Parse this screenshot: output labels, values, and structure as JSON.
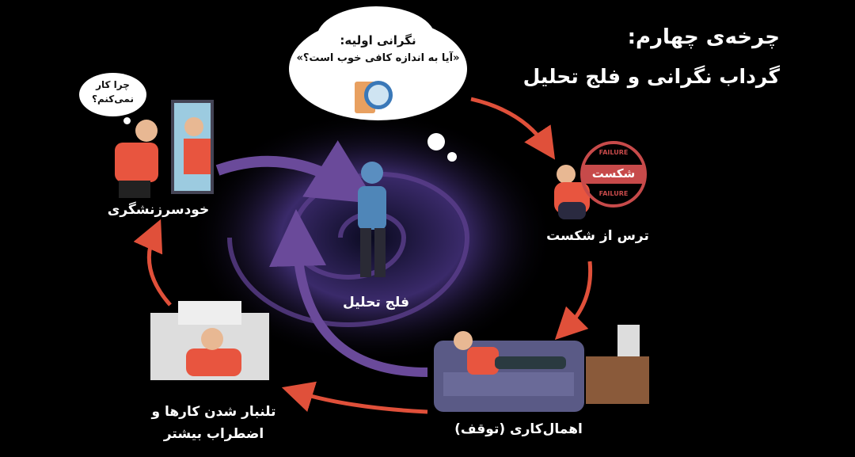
{
  "title": {
    "line1": "چرخه‌ی چهارم:",
    "line2": "گرداب نگرانی و فلج تحلیل"
  },
  "thought_bubble": {
    "heading": "نگرانی اولیه:",
    "question": "«آیا به اندازه کافی خوب است؟»",
    "icon": "box-magnifier-icon"
  },
  "mirror_bubble": {
    "line1": "چرا کار",
    "line2": "نمی‌کنم؟"
  },
  "failure_stamp": {
    "top": "FAILURE",
    "center": "شکست",
    "bottom": "FAILURE"
  },
  "stages": {
    "self_blame": "خودسرزنشگری",
    "fear_of_failure": "ترس از شکست",
    "center": "فلج تحلیل",
    "procrastination": "اهمال‌کاری (توقف)",
    "pileup_line1": "تلنبار شدن کارها و",
    "pileup_line2": "اضطراب بیشتر"
  },
  "colors": {
    "background": "#000000",
    "arrow": "#e0503a",
    "vortex": "#5a3a8a",
    "shirt": "#e8553f"
  }
}
